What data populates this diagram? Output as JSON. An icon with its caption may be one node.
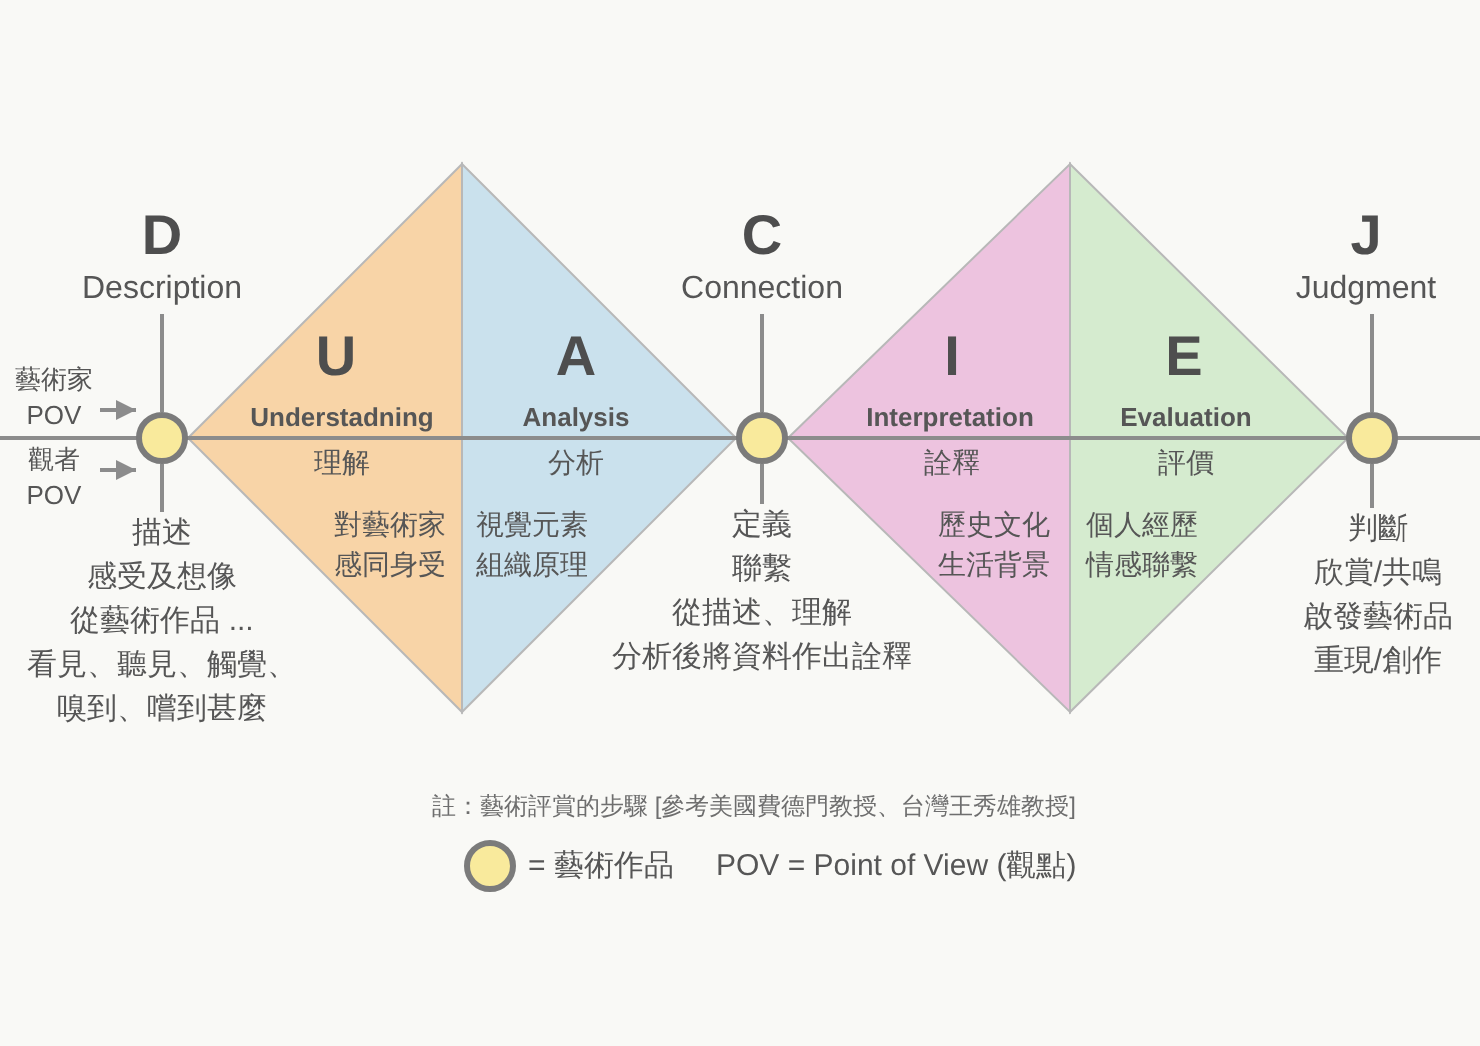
{
  "diagram": {
    "caption": "註：藝術評賞的步驟 [參考美國費德門教授、台灣王秀雄教授]",
    "nodes": [
      {
        "text": [
          "D",
          "Description"
        ]
      },
      {
        "text": [
          "藝術家 POV"
        ]
      },
      {
        "text": [
          "觀者 POV"
        ]
      },
      {
        "text": [],
        "shape": "circle"
      },
      {
        "text": [
          "描述",
          "感受及想像",
          "從藝術作品 ...",
          "看見、聽見、觸覺、嗅到、嚐到甚麼"
        ]
      },
      {
        "text": [
          "U",
          "Understadning",
          "理解",
          "對藝術家感同身受"
        ]
      },
      {
        "text": [
          "A",
          "Analysis",
          "分析",
          "視覺元素組織原理"
        ]
      },
      {
        "text": [
          "C",
          "Connection"
        ]
      },
      {
        "text": [],
        "shape": "circle"
      },
      {
        "text": [
          "定義",
          "聯繫",
          "從描述、理解",
          "分析後將資料作出詮釋"
        ]
      },
      {
        "text": [
          "I",
          "Interpretation",
          "詮釋",
          "歷史文化生活背景"
        ]
      },
      {
        "text": [
          "E",
          "Evaluation",
          "評價",
          "個人經歷情感聯繫"
        ]
      },
      {
        "text": [
          "J",
          "Judgment"
        ]
      },
      {
        "text": [],
        "shape": "circle"
      },
      {
        "text": [
          "判斷",
          "欣賞/共鳴",
          "啟發藝術品",
          "重現/創作"
        ]
      }
    ],
    "edges": [
      {
        "from": 1,
        "to": 3,
        "arrow": "to"
      },
      {
        "from": 2,
        "to": 3,
        "arrow": "to"
      },
      {
        "from": 3,
        "to": 0,
        "arrow": "none"
      },
      {
        "from": 3,
        "to": 4,
        "arrow": "none"
      },
      {
        "from": 8,
        "to": 7,
        "arrow": "none"
      },
      {
        "from": 8,
        "to": 9,
        "arrow": "none"
      },
      {
        "from": 13,
        "to": 12,
        "arrow": "none"
      },
      {
        "from": 13,
        "to": 14,
        "arrow": "none"
      }
    ],
    "labels": [
      "POV = Point of View (觀點)"
    ],
    "legend": [
      {
        "text": "= 藝術作品"
      }
    ]
  }
}
